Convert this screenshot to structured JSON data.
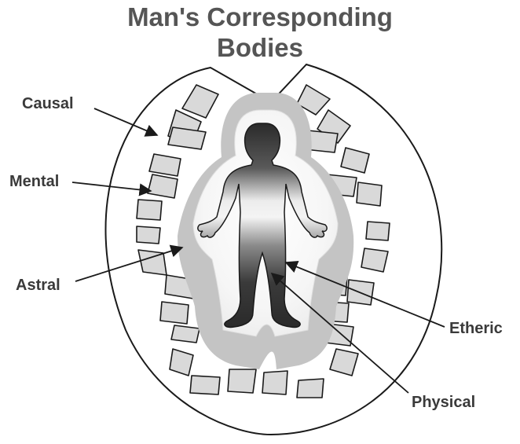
{
  "title": {
    "line1": "Man's Corresponding",
    "line2": "Bodies"
  },
  "labels": {
    "causal": "Causal",
    "mental": "Mental",
    "astral": "Astral",
    "etheric": "Etheric",
    "physical": "Physical"
  },
  "colors": {
    "title": "#555555",
    "label": "#3a3a3a",
    "outline": "#1a1a1a",
    "mental_blocks": "#d9d9d9",
    "astral_aura": "#c4c4c4",
    "etheric_glow": "#f6f6f6",
    "physical_dark": "#2a2a2a"
  }
}
